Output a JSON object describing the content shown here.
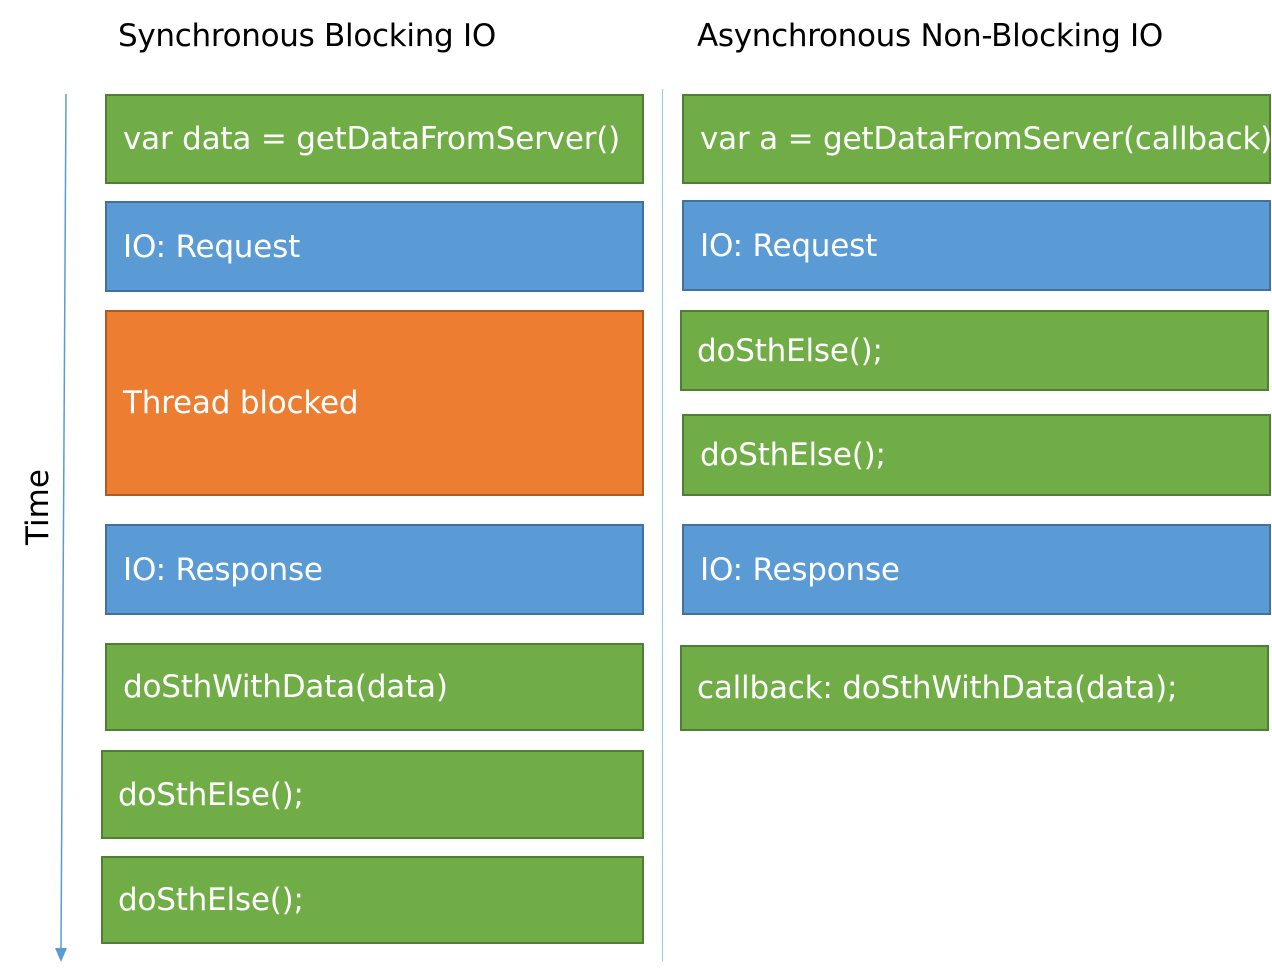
{
  "headings": {
    "sync": "Synchronous Blocking IO",
    "async": "Asynchronous Non-Blocking IO"
  },
  "axis": {
    "label": "Time"
  },
  "colors": {
    "code_step": "#70ad47",
    "io_step": "#5b9bd5",
    "blocked_step": "#ed7d31",
    "axis_line": "#5b9bd5"
  },
  "sync_steps": [
    "var data  = getDataFromServer()",
    "IO: Request",
    "Thread blocked",
    "IO: Response",
    "doSthWithData(data)",
    "doSthElse();",
    "doSthElse();"
  ],
  "async_steps": [
    "var a = getDataFromServer(callback)",
    "IO: Request",
    "doSthElse();",
    "doSthElse();",
    "IO: Response",
    "callback: doSthWithData(data);"
  ]
}
